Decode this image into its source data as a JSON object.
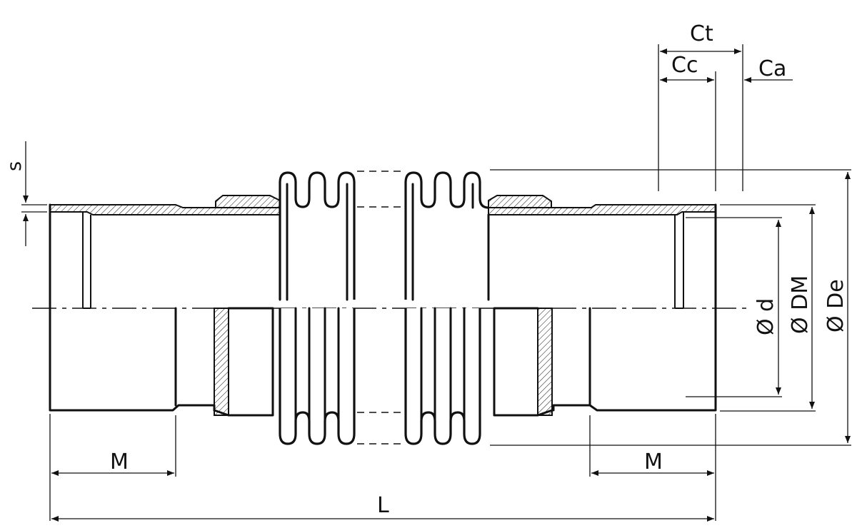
{
  "labels": {
    "ct": "Ct",
    "cc": "Cc",
    "ca": "Ca",
    "s": "s",
    "d": "Ø d",
    "dm": "Ø DM",
    "de": "Ø De",
    "m_left": "M",
    "m_right": "M",
    "l": "L"
  }
}
